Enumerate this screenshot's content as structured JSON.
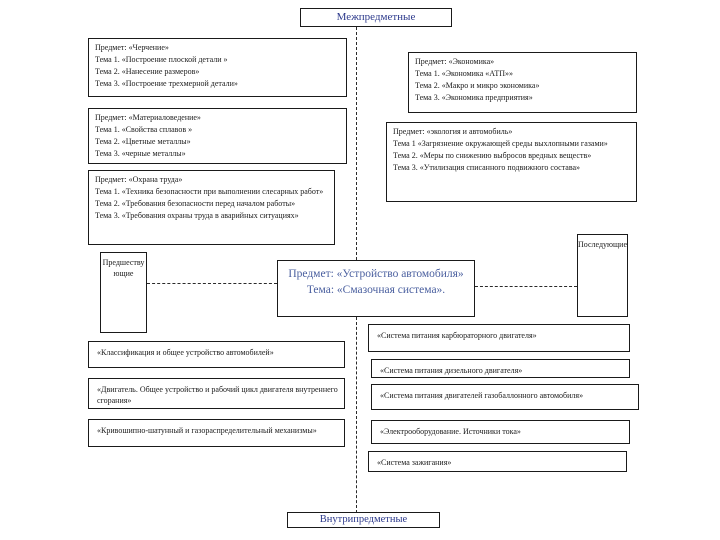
{
  "colors": {
    "title_text": "#2d3a8c",
    "center_text": "#4a5f9f",
    "border": "#1a1a1a",
    "background": "#ffffff"
  },
  "labels": {
    "top": "Межпредметные",
    "bottom": "Внутрипредметные",
    "preceding": "Предшествующие",
    "following": "Последующие"
  },
  "center_box": {
    "line1": "Предмет: «Устройство автомобиля»",
    "line2": "Тема: «Смазочная система»."
  },
  "left_subjects": [
    {
      "lines": [
        "Предмет: «Черчение»",
        "Тема 1. «Построение плоской детали »",
        "Тема 2. «Нанесение размеров»",
        "Тема 3. «Построение трехмерной детали»"
      ]
    },
    {
      "lines": [
        "Предмет: «Материаловедение»",
        "Тема 1. «Свойства сплавов »",
        "Тема 2. «Цветные металлы»",
        "Тема 3. «черные металлы»"
      ]
    },
    {
      "lines": [
        "Предмет: «Охрана труда»",
        "Тема 1. «Техника безопасности при выполнении слесарных работ»",
        "Тема 2. «Требования безопасности перед началом работы»",
        "Тема 3. «Требования охраны труда в аварийных ситуациях»"
      ]
    }
  ],
  "right_subjects": [
    {
      "lines": [
        "Предмет: «Экономика»",
        "Тема 1. «Экономика «АТП»»",
        "Тема 2. «Макро и микро экономика»",
        "Тема 3. «Экономика предприятия»"
      ]
    },
    {
      "lines": [
        "Предмет: «экология и автомобиль»",
        "Тема 1 «Загрязнение окружающей среды выхлопными газами»",
        "Тема 2. «Меры по снижению выбросов вредных веществ»",
        "Тема 3. «Утилизация списанного подвижного состава»"
      ]
    }
  ],
  "preceding_topics": [
    "«Классификация и общее устройство автомобилей»",
    "«Двигатель. Общее устройство и рабочий цикл двигателя внутреннего сгорания»",
    "«Кривошипно-шатунный и газораспределительный механизмы»"
  ],
  "following_topics": [
    "«Система питания карбюраторного двигателя»",
    "«Система питания дизельного двигателя»",
    "«Система питания двигателей газобаллонного автомобиля»",
    "«Электрооборудование. Источники тока»",
    "«Система зажигания»"
  ]
}
